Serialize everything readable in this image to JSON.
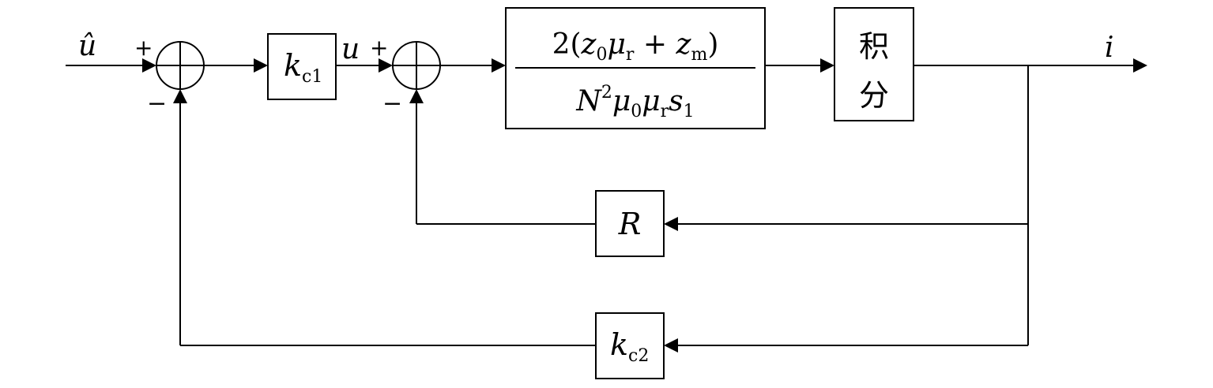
{
  "signals": {
    "input": "û",
    "intermediate": "u",
    "output": "i"
  },
  "signs": {
    "s1_plus": "+",
    "s1_minus": "−",
    "s2_plus": "+",
    "s2_minus": "−"
  },
  "blocks": {
    "kc1": {
      "main": "k",
      "sub": "c1"
    },
    "kc2": {
      "main": "k",
      "sub": "c2"
    },
    "resistance": "R",
    "integrator": {
      "line1": "积",
      "line2": "分"
    },
    "transfer": {
      "num_coef": "2",
      "num_open": "(",
      "num_z": "z",
      "num_z_sub": "0",
      "num_mu": "μ",
      "num_mu_sub": "r",
      "num_plus": " + ",
      "num_zm": "z",
      "num_zm_sub": "m",
      "num_close": ")",
      "den_N": "N",
      "den_N_sup": "2",
      "den_mu0": "μ",
      "den_mu0_sub": "0",
      "den_mur": "μ",
      "den_mur_sub": "r",
      "den_s": "s",
      "den_s_sub": "1"
    }
  }
}
